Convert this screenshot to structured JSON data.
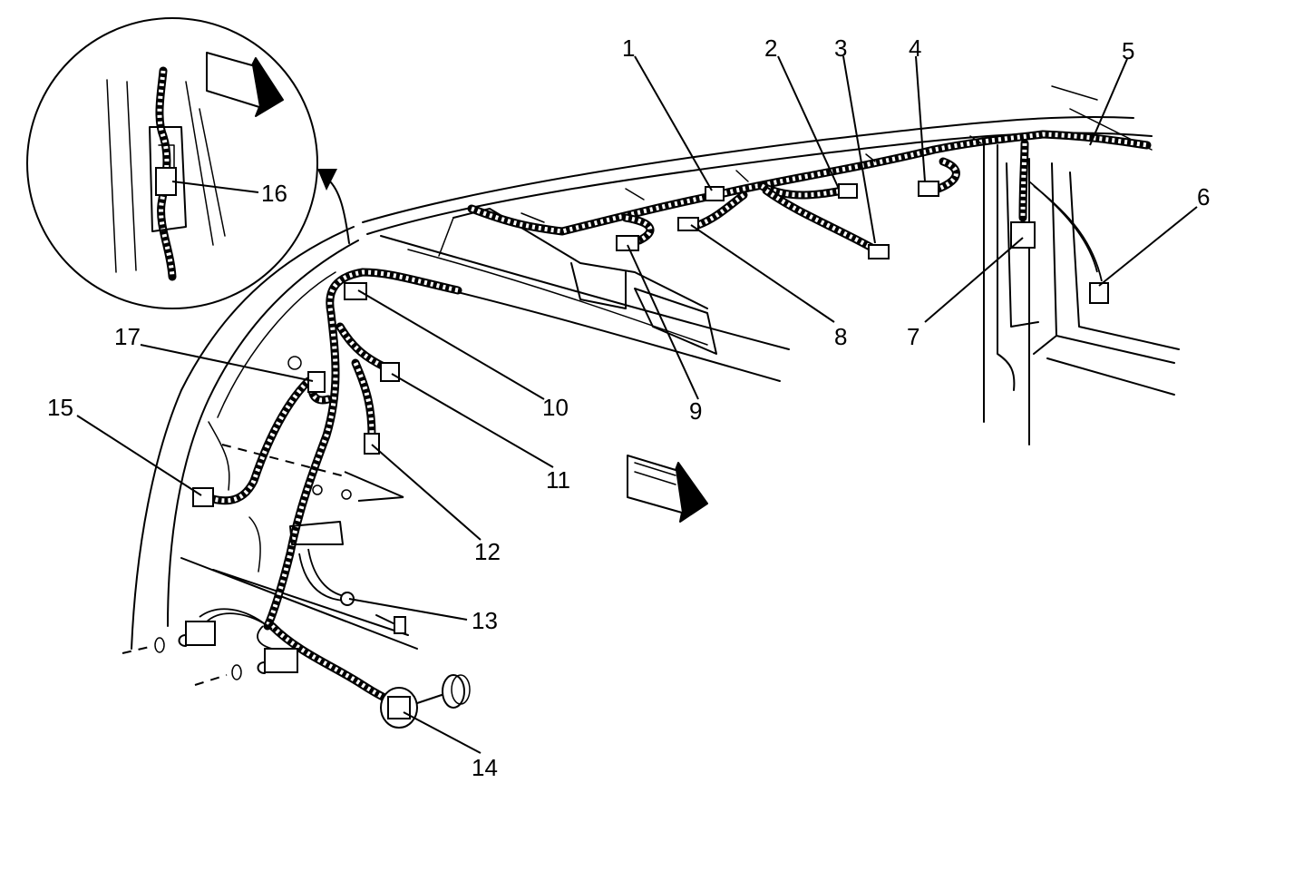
{
  "callouts": {
    "c1": "1",
    "c2": "2",
    "c3": "3",
    "c4": "4",
    "c5": "5",
    "c6": "6",
    "c7": "7",
    "c8": "8",
    "c9": "9",
    "c10": "10",
    "c11": "11",
    "c12": "12",
    "c13": "13",
    "c14": "14",
    "c15": "15",
    "c16": "16",
    "c17": "17"
  },
  "colors": {
    "ink": "#000000",
    "paper": "#ffffff"
  }
}
